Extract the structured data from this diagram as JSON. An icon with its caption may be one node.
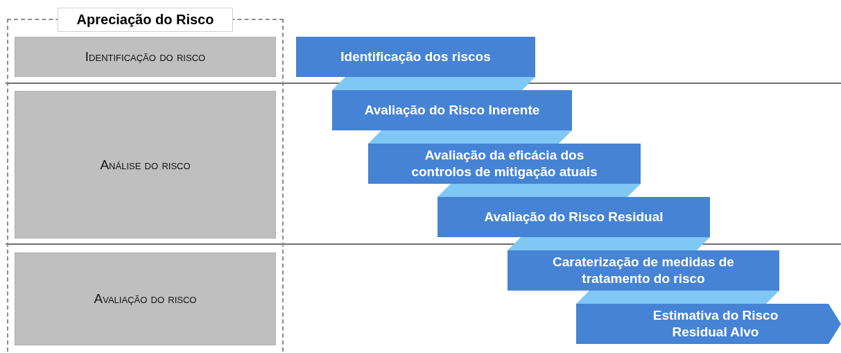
{
  "diagram": {
    "nodes": [
      {
        "text": [
          "Apreciação do Risco"
        ]
      },
      {
        "text": [
          "Identificação do risco"
        ],
        "in": 0
      },
      {
        "text": [
          "Análise do risco"
        ],
        "in": 0
      },
      {
        "text": [
          "Avaliação do risco"
        ],
        "in": 0
      },
      {
        "text": [
          "Identificação dos riscos"
        ]
      },
      {
        "text": [
          "Avaliação do Risco Inerente"
        ]
      },
      {
        "text": [
          "Avaliação da eficácia dos controlos de mitigação atuais"
        ]
      },
      {
        "text": [
          "Avaliação do Risco Residual"
        ]
      },
      {
        "text": [
          "Caraterização de medidas de tratamento do risco"
        ]
      },
      {
        "text": [
          "Estimativa do Risco Residual Alvo"
        ]
      }
    ],
    "edges": [
      {
        "from": 4,
        "to": 5,
        "arrow": "none"
      },
      {
        "from": 5,
        "to": 6,
        "arrow": "none"
      },
      {
        "from": 6,
        "to": 7,
        "arrow": "none"
      },
      {
        "from": 7,
        "to": 8,
        "arrow": "none"
      },
      {
        "from": 8,
        "to": 9,
        "arrow": "none"
      }
    ]
  }
}
